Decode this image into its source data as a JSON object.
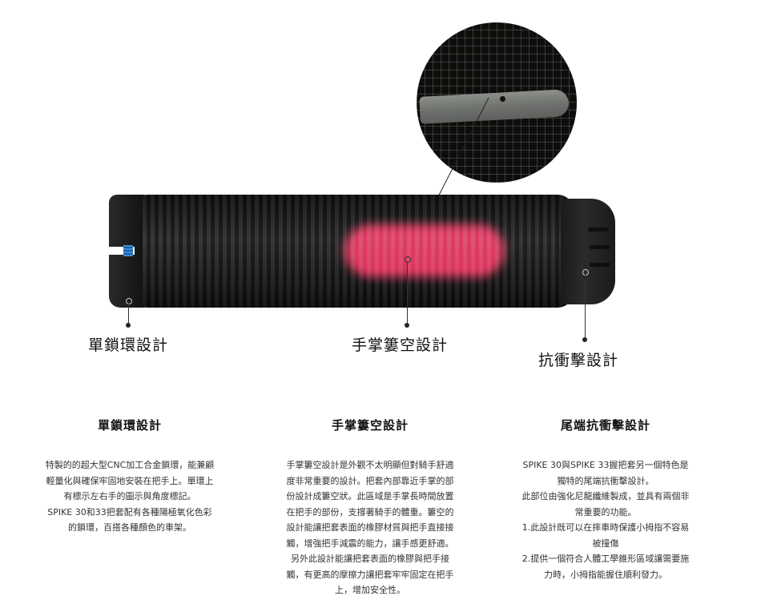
{
  "product_image": {
    "zoom_inset_icon": "grid-circle-inner-tube",
    "highlight_color": "#ff2a5f",
    "bolt_color": "#3d8fd6"
  },
  "callouts": [
    {
      "label": "單鎖環設計"
    },
    {
      "label": "手掌簍空設計"
    },
    {
      "label": "抗衝擊設計"
    }
  ],
  "features": [
    {
      "title": "單鎖環設計",
      "lines": [
        "特製的的超大型CNC加工合金鎖環，能兼顧",
        "輕量化與確保牢固地安裝在把手上。單環上",
        "有標示左右手的圖示與角度標記。",
        "SPIKE 30和33把套配有各種陽極氧化色彩",
        "的鎖環，百搭各種顏色的車架。"
      ]
    },
    {
      "title": "手掌簍空設計",
      "lines": [
        "手掌簍空設計是外觀不太明顯但對騎手舒適",
        "度非常重要的設計。把套內部靠近手掌的部",
        "份設計成簍空狀。此區域是手掌長時間放置",
        "在把手的部份，支撐著騎手的體重。簍空的",
        "設計能讓把套表面的橡膠材質與把手直接接",
        "觸，增強把手減震的能力，讓手感更舒適。",
        "另外此設計能讓把套表面的橡膠與把手接",
        "觸，有更高的摩擦力讓把套牢牢固定在把手",
        "上，增加安全性。"
      ]
    },
    {
      "title": "尾端抗衝擊設計",
      "lines": [
        "SPIKE 30與SPIKE 33握把套另一個特色是",
        "獨特的尾端抗衝擊設計。",
        "此部位由強化尼龍纖維製成，並具有兩個非",
        "常重要的功能。",
        "1.此設計既可以在摔車時保護小拇指不容易",
        "被撞傷",
        "2.提供一個符合人體工學錐形區域讓需要施",
        "力時，小拇指能握住順利發力。"
      ]
    }
  ]
}
